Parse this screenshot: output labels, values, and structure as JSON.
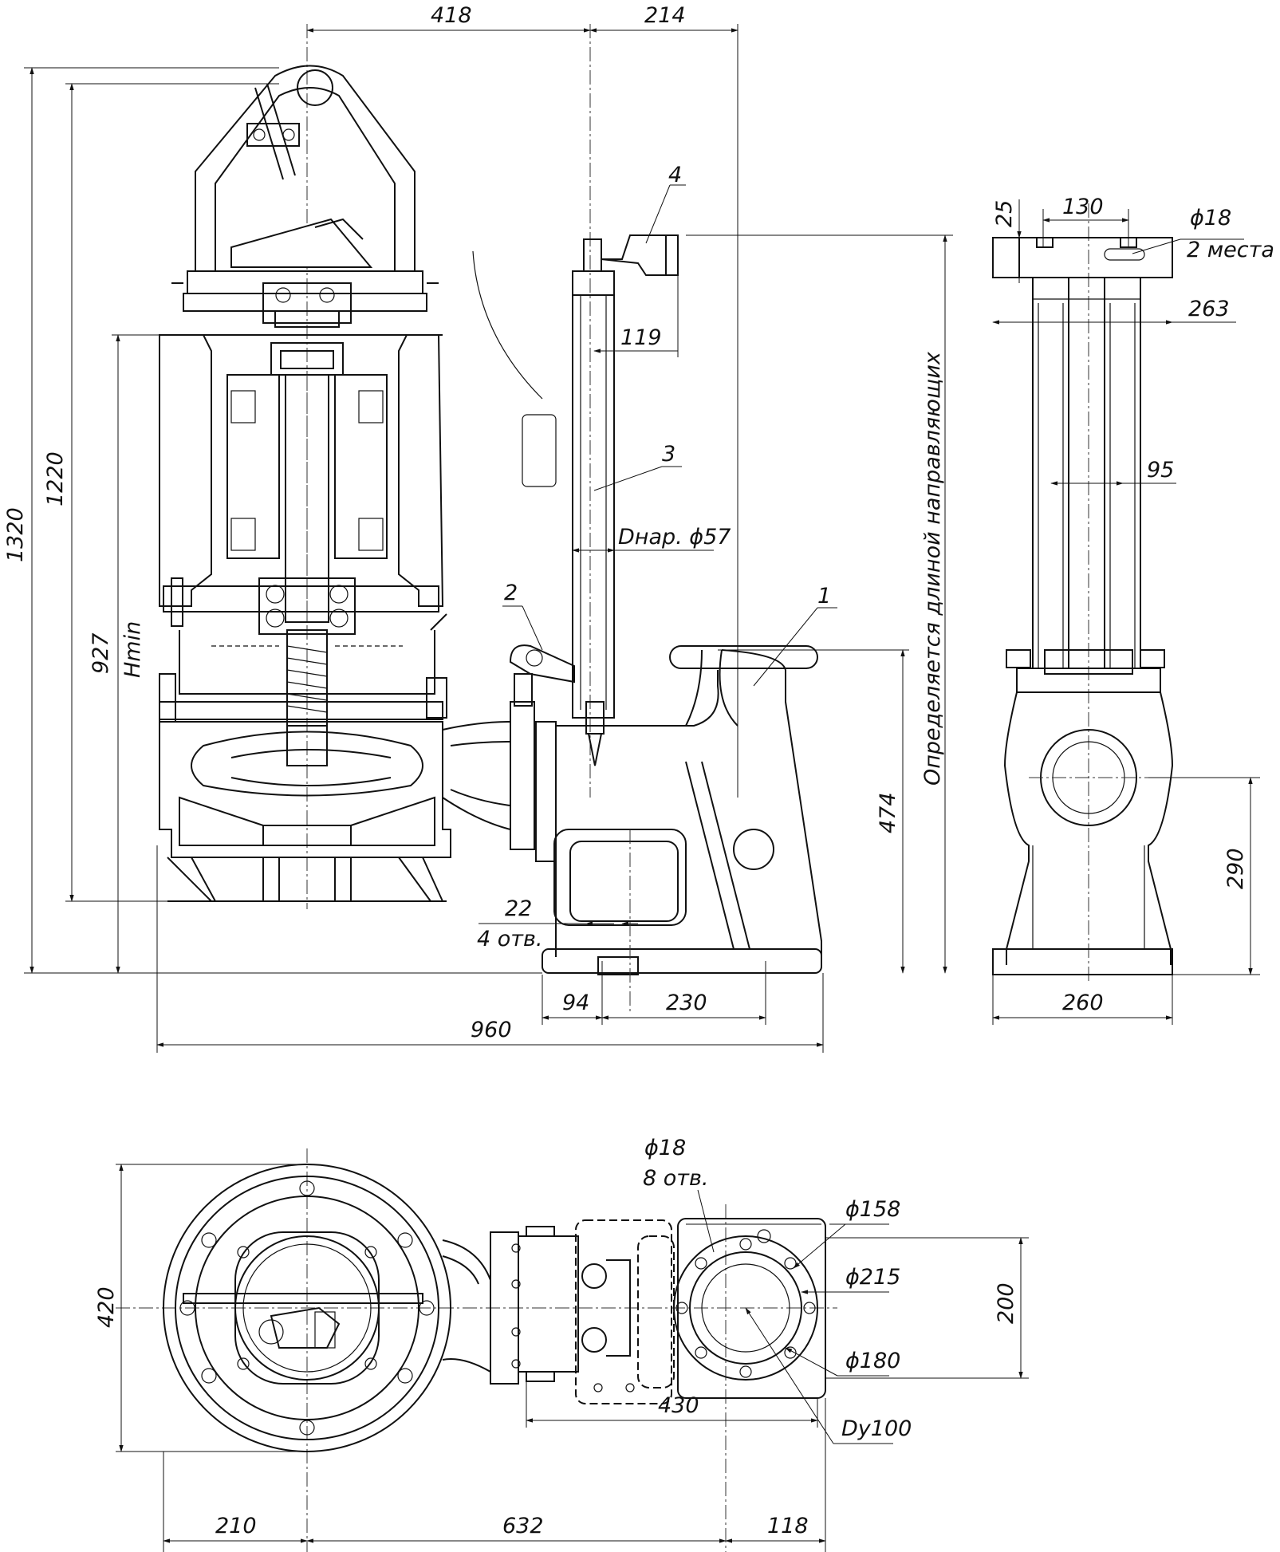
{
  "front_view": {
    "dims": {
      "d418": "418",
      "d214": "214",
      "d1320": "1320",
      "d1220": "1220",
      "d927": "927",
      "hmin": "Hmin",
      "d119": "119",
      "outer_dia": "Dнар. ϕ57",
      "d474": "474",
      "d22": "22",
      "holes4": "4 отв.",
      "d94": "94",
      "d230": "230",
      "d960": "960"
    },
    "callouts": {
      "c1": "1",
      "c2": "2",
      "c3": "3",
      "c4": "4"
    },
    "guide_note": "Определяется длиной направляющих"
  },
  "side_view": {
    "dims": {
      "d25": "25",
      "d130": "130",
      "phi18": "ϕ18",
      "two_places": "2 места",
      "d263": "263",
      "d95": "95",
      "d290": "290",
      "d260": "260"
    }
  },
  "top_view": {
    "dims": {
      "phi18": "ϕ18",
      "holes8": "8 отв.",
      "phi158": "ϕ158",
      "phi215": "ϕ215",
      "phi180": "ϕ180",
      "dy100": "Dy100",
      "d420": "420",
      "d200": "200",
      "d430": "430",
      "d210": "210",
      "d632": "632",
      "d118": "118"
    }
  }
}
